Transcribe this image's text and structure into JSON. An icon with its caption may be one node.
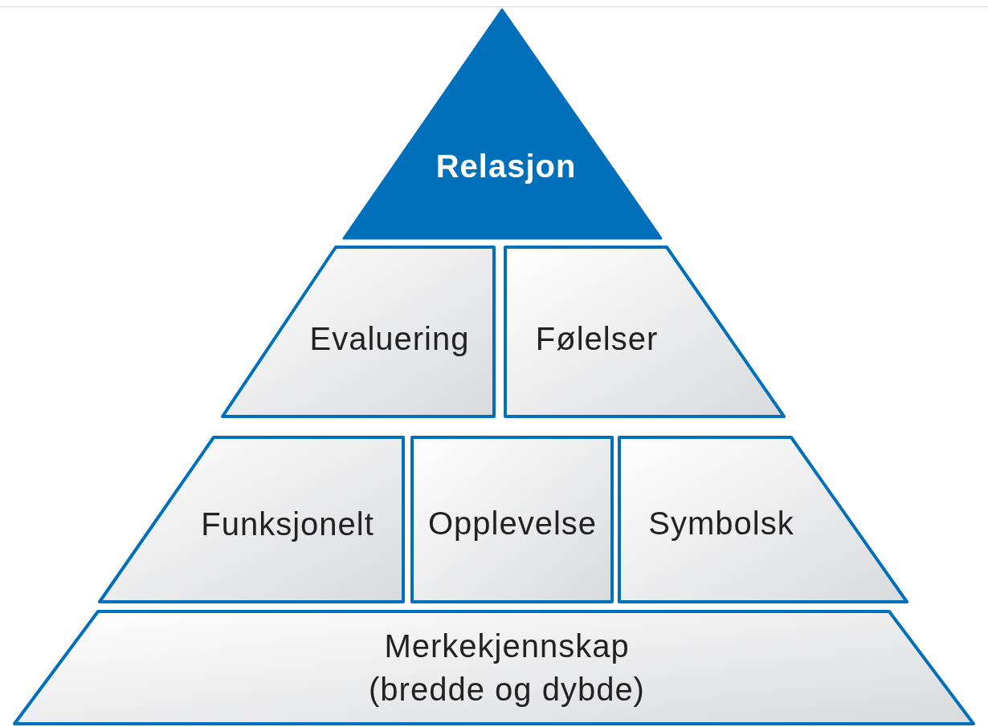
{
  "diagram": {
    "nodes": [
      {
        "text": [
          "Relasjon"
        ]
      },
      {
        "text": [
          "Evaluering"
        ]
      },
      {
        "text": [
          "Følelser"
        ]
      },
      {
        "text": [
          "Funksjonelt"
        ]
      },
      {
        "text": [
          "Opplevelse"
        ]
      },
      {
        "text": [
          "Symbolsk"
        ]
      },
      {
        "text": [
          "Merkekjennskap (bredde og dybde)"
        ]
      }
    ]
  }
}
